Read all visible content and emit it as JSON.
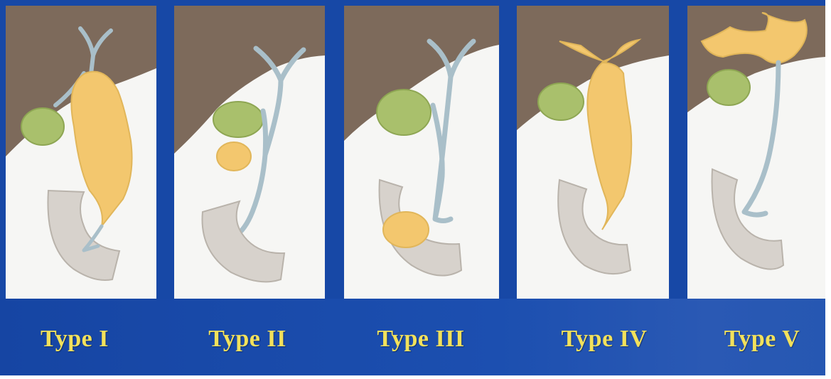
{
  "colors": {
    "frame_blue": "#1748a6",
    "label_yellow": "#f2e15c",
    "liver_brown": "#7d6a5b",
    "gallbladder_green": "#a9c06c",
    "cyst_yellow": "#f3c76e",
    "duct_blue": "#a9bfc9",
    "duodenum_gray": "#d7d2cc"
  },
  "panels": [
    {
      "label": "Type I"
    },
    {
      "label": "Type II"
    },
    {
      "label": "Type III"
    },
    {
      "label": "Type IV"
    },
    {
      "label": "Type V"
    }
  ]
}
